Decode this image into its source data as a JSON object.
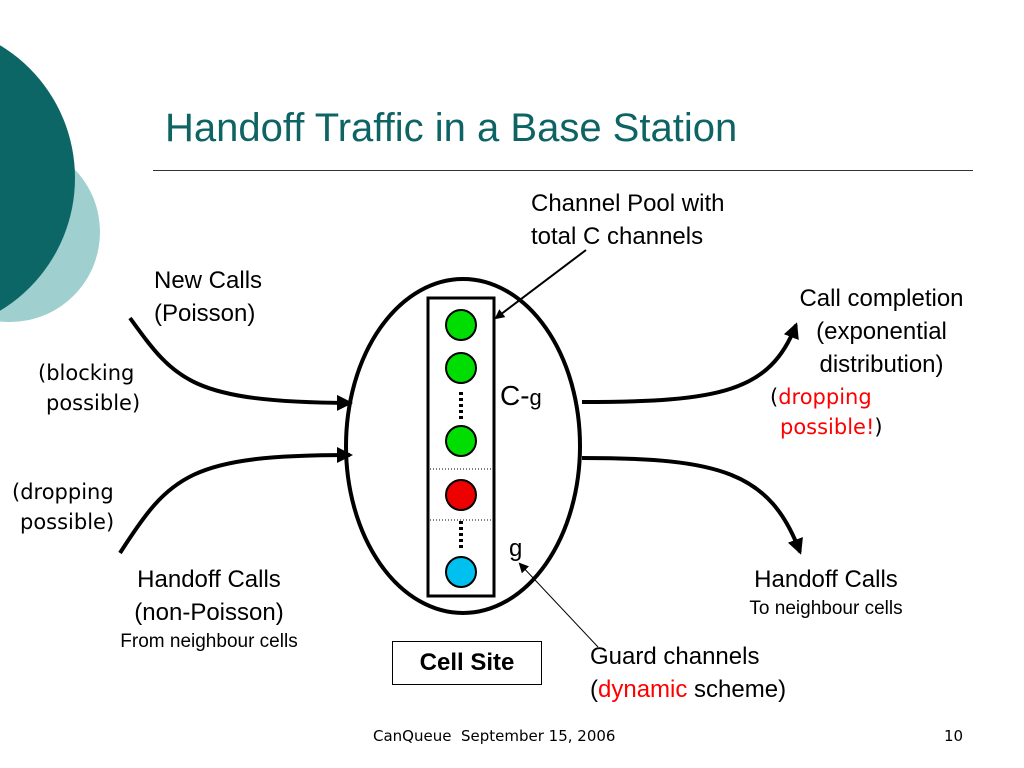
{
  "slide": {
    "title": "Handoff Traffic in a Base Station",
    "labels": {
      "channel_pool_line1": "Channel Pool with",
      "channel_pool_line2": "total C channels",
      "new_calls_line1": "New Calls",
      "new_calls_line2": "(Poisson)",
      "blocking_line1": "(blocking",
      "blocking_line2": "possible)",
      "dropping_left_line1": "(dropping",
      "dropping_left_line2": "possible)",
      "handoff_in_line1": "Handoff Calls",
      "handoff_in_line2": "(non-Poisson)",
      "handoff_in_line3": "From neighbour cells",
      "call_completion_line1": "Call completion",
      "call_completion_line2": "(exponential",
      "call_completion_line3": "distribution)",
      "dropping_right_open": "(",
      "dropping_right_line1": "dropping",
      "dropping_right_line2": "possible!",
      "dropping_right_close": ")",
      "handoff_out_line1": "Handoff Calls",
      "handoff_out_line2": "To neighbour cells",
      "c_minus": "C-",
      "g_sub": "g",
      "g_label": "g",
      "cell_site": "Cell Site",
      "guard_line1": "Guard channels",
      "guard_open": "(",
      "guard_dynamic": "dynamic",
      "guard_scheme": " scheme)"
    },
    "colors": {
      "title": "#0e6464",
      "dark_teal_circle": "#0d6666",
      "light_teal_circle": "#9fcfcf",
      "channel_free": "#00dd00",
      "channel_busy": "#ee0000",
      "channel_guard": "#00c0f0",
      "highlight_text": "#ff0000"
    },
    "footer": {
      "left": "CanQueue  September 15, 2006",
      "page": "10"
    }
  }
}
